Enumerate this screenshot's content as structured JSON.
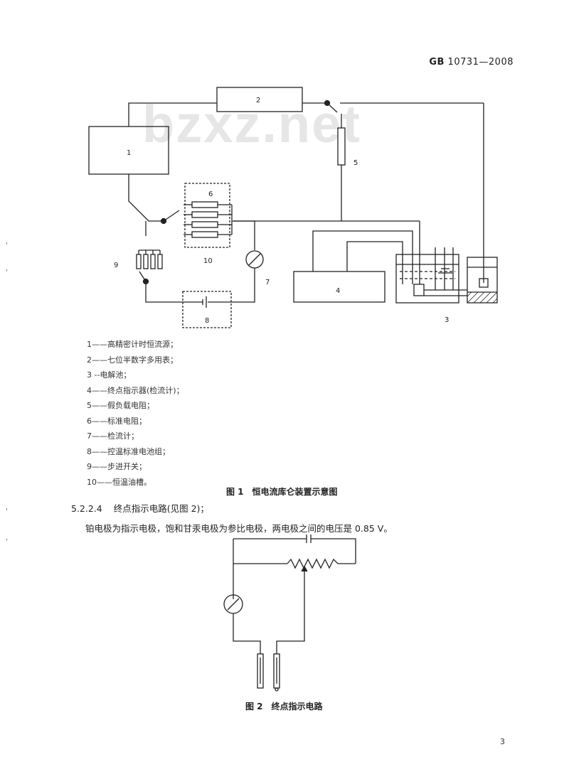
{
  "header": {
    "standard_prefix": "GB",
    "standard_number": "10731—2008"
  },
  "watermark": "bzxz.net",
  "figure1": {
    "labels": [
      "1",
      "2",
      "3",
      "4",
      "5",
      "6",
      "7",
      "8",
      "9",
      "10"
    ],
    "legend": [
      "1——高精密计时恒流源；",
      "2——七位半数字多用表；",
      "3 --电解池；",
      "4——终点指示器(检流计)；",
      "5——假负载电阻；",
      "6——标准电阻；",
      "7——检流计；",
      "8——控温标准电池组；",
      "9——步进开关；",
      "10——恒温油槽。"
    ],
    "caption": "图 1　恒电流库仑装置示意图"
  },
  "section": {
    "number": "5.2.2.4",
    "title": "终点指示电路(见图 2)；"
  },
  "paragraph": "铂电极为指示电极，饱和甘汞电极为参比电极，两电极之间的电压是 0.85 V。",
  "figure2": {
    "caption": "图 2　终点指示电路"
  },
  "page_number": "3",
  "margin_marks": [
    "'",
    "'",
    "'",
    "'"
  ]
}
